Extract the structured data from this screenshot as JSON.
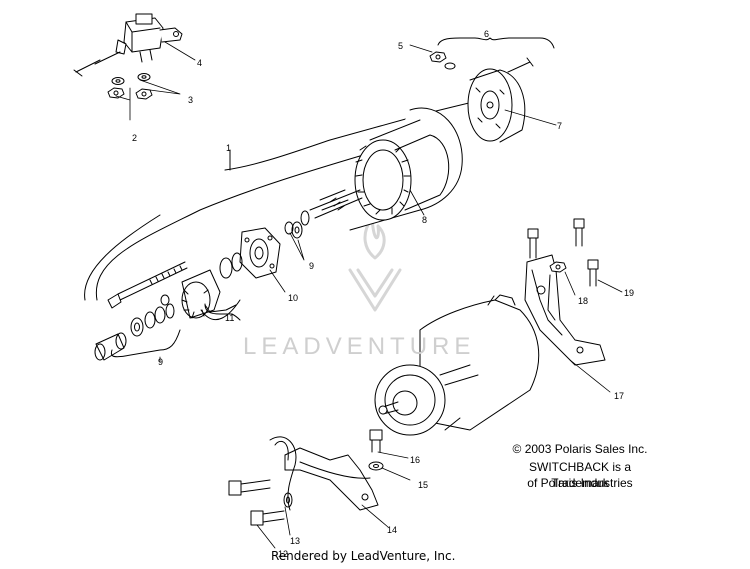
{
  "watermark": "LEADVENTURE",
  "callouts": {
    "c1": "1",
    "c2": "2",
    "c3": "3",
    "c4": "4",
    "c5": "5",
    "c6": "6",
    "c7": "7",
    "c8": "8",
    "c9a": "9",
    "c9b": "9",
    "c10": "10",
    "c11": "11",
    "c12": "12",
    "c13": "13",
    "c14": "14",
    "c15": "15",
    "c16": "16",
    "c17": "17",
    "c18": "18",
    "c19": "19"
  },
  "notice": {
    "copyright": "© 2003 Polaris Sales Inc.",
    "trademark_1": "SWITCHBACK is a Trademark",
    "trademark_2": "of Polaris Industries"
  },
  "footer": "Rendered by LeadVenture, Inc."
}
